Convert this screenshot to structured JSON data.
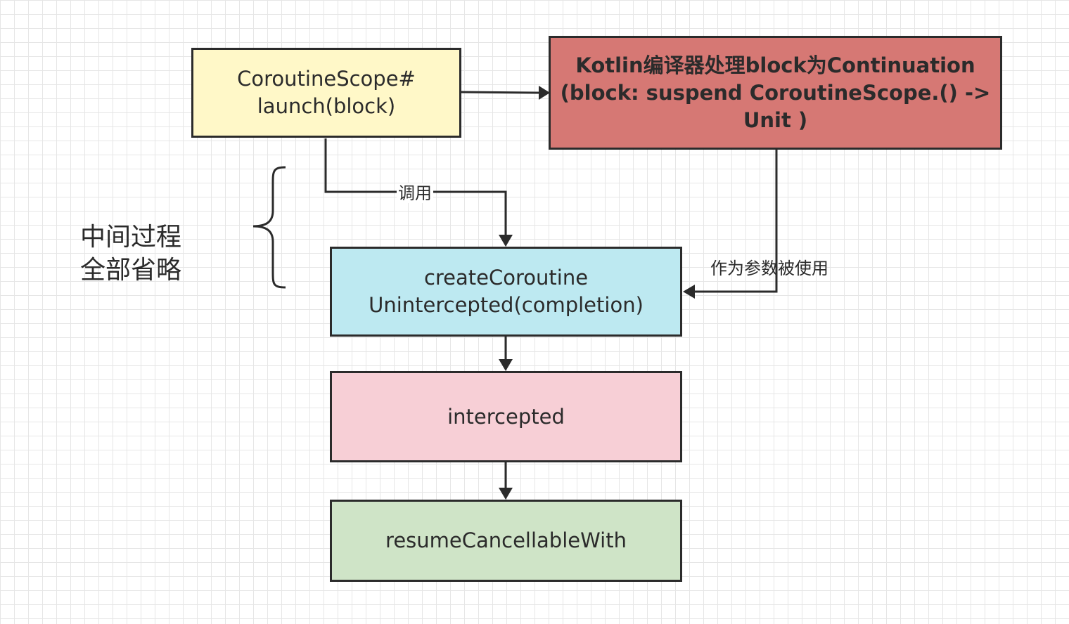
{
  "colors": {
    "node_yellow": "#fff8c8",
    "node_red": "#d67874",
    "node_cyan": "#bde9f1",
    "node_pink": "#f7cfd6",
    "node_green": "#cfe4c7",
    "stroke": "#2b2b2b",
    "grid": "#e6e6e6"
  },
  "nodes": {
    "launch": {
      "text": "CoroutineScope#\nlaunch(block)"
    },
    "kotlin": {
      "text": "Kotlin编译器处理block为Continuation\n(block: suspend CoroutineScope.() ->\nUnit )"
    },
    "create": {
      "text": "createCoroutine\nUnintercepted(completion)"
    },
    "intercepted": {
      "text": "intercepted"
    },
    "resume": {
      "text": "resumeCancellableWith"
    }
  },
  "edge_labels": {
    "call": "调用",
    "as_param": "作为参数被使用"
  },
  "note": {
    "text": "中间过程\n全部省略"
  }
}
